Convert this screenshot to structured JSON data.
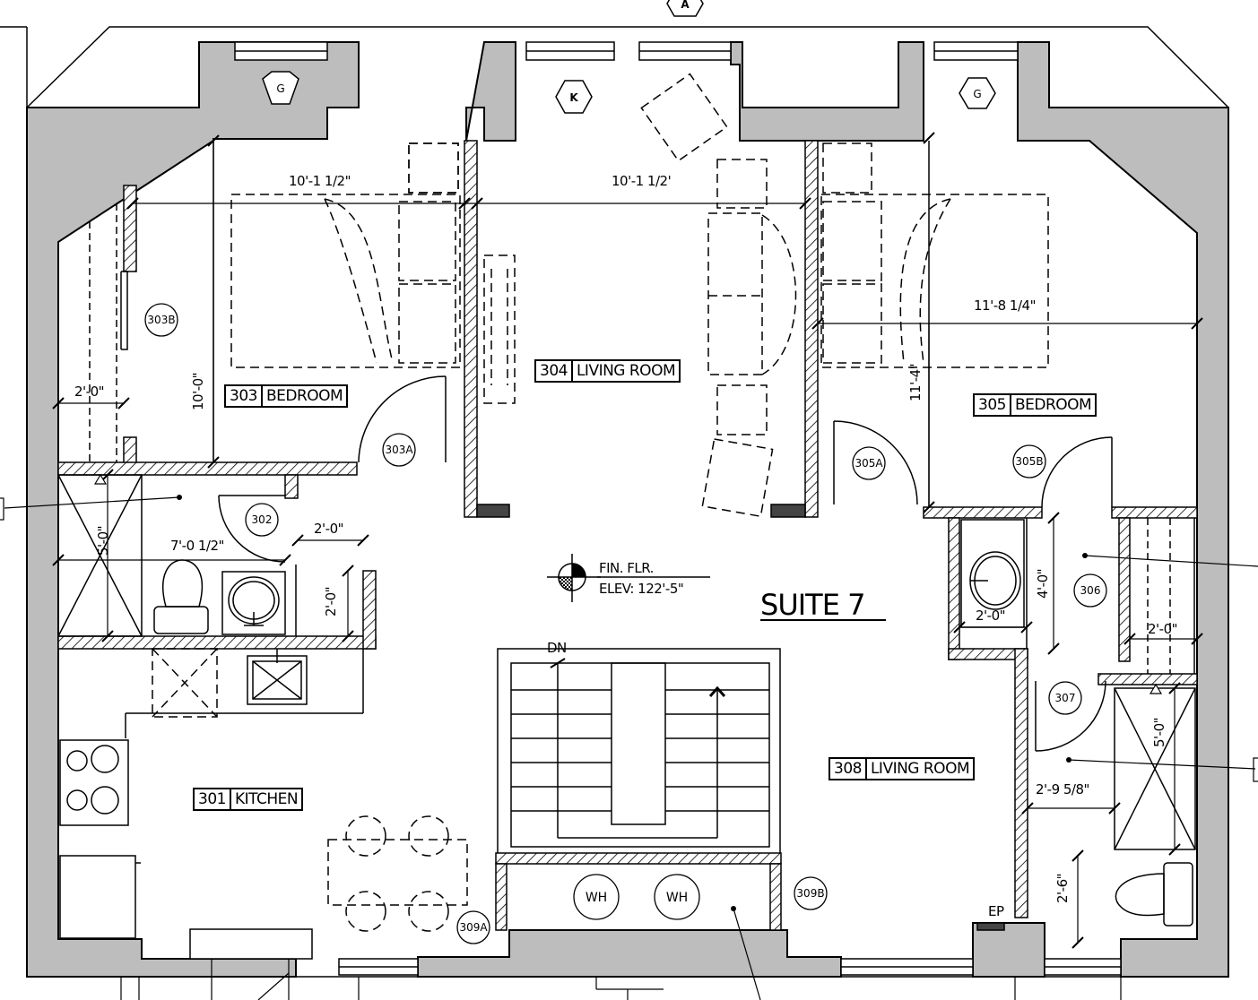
{
  "title": "SUITE 7",
  "elevation": {
    "line1": "FIN. FLR.",
    "line2": "ELEV: 122'-5\""
  },
  "rooms": [
    {
      "num": "303",
      "name": "BEDROOM"
    },
    {
      "num": "304",
      "name": "LIVING ROOM"
    },
    {
      "num": "305",
      "name": "BEDROOM"
    },
    {
      "num": "301",
      "name": "KITCHEN"
    },
    {
      "num": "308",
      "name": "LIVING ROOM"
    }
  ],
  "dimensions": {
    "d303_width": "10'-1 1/2\"",
    "d304_width": "10'-1 1/2'",
    "d305_width": "11'-8 1/4\"",
    "d303_height": "10'-0\"",
    "d305_height": "11'-4\"",
    "closet_303": "2'-0\"",
    "bath_width": "7'-0 1/2\"",
    "bath_height": "5'-0\"",
    "closet_w": "2'-0\"",
    "closet_h": "2'-0\"",
    "bath2_h": "4'-0\"",
    "bath2_w": "2'-0\"",
    "closet_306": "2'-0\"",
    "shower_h": "5'-0\"",
    "hall_w": "2'-9 5/8\"",
    "wc_h": "2'-6\""
  },
  "tags": {
    "g_left": "G",
    "k_center": "K",
    "g_right": "G",
    "top_marker": "A",
    "d303b": "303B",
    "d303a": "303A",
    "d302": "302",
    "d305a": "305A",
    "d305b": "305B",
    "d306": "306",
    "d307": "307",
    "d309a": "309A",
    "d309b": "309B",
    "wh1": "WH",
    "wh2": "WH",
    "dn": "DN",
    "ep": "EP"
  }
}
